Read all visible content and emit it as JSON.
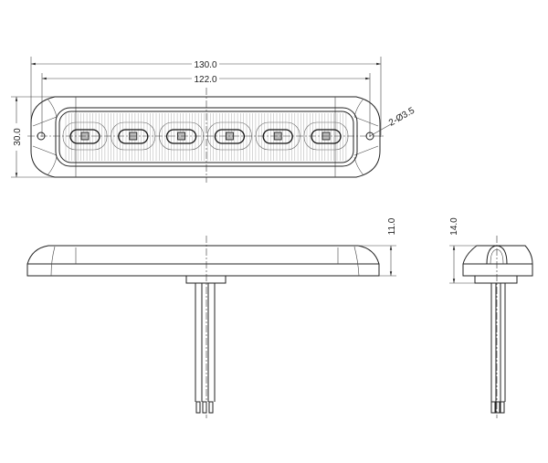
{
  "drawing": {
    "top_view": {
      "overall_length": "130.0",
      "hole_spacing": "122.0",
      "height": "30.0",
      "hole_callout": "2-Ø3.5",
      "led_count": 6
    },
    "side_view": {
      "thickness": "11.0"
    },
    "end_view": {
      "height": "14.0"
    }
  }
}
